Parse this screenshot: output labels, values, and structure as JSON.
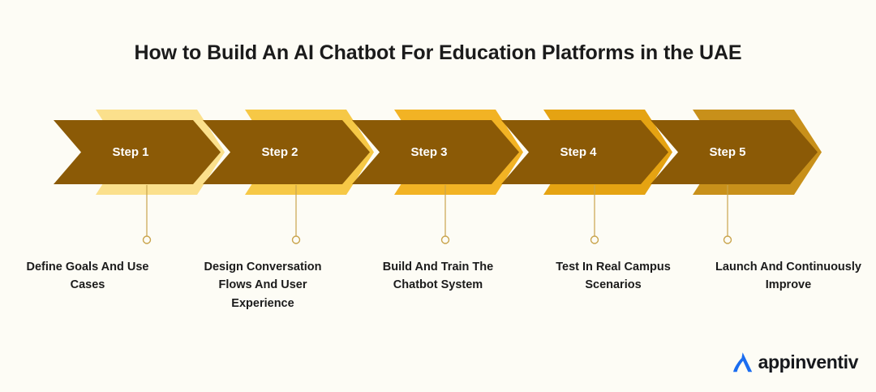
{
  "page": {
    "title": "How to Build An AI Chatbot For Education Platforms in the UAE",
    "background_color": "#fdfcf5"
  },
  "palette": {
    "chevron_fill": "#8b5a06",
    "text_on_chevron": "#ffffff",
    "caption_text": "#1b1b1b",
    "connector": "#c9a44c",
    "logo_blue": "#1b6df0"
  },
  "steps": [
    {
      "step_label": "Step 1",
      "caption": "Define Goals And Use Cases",
      "accent_color": "#fbe08c"
    },
    {
      "step_label": "Step 2",
      "caption": "Design Conversation Flows And User Experience",
      "accent_color": "#f6c846"
    },
    {
      "step_label": "Step 3",
      "caption": "Build And Train The Chatbot System",
      "accent_color": "#f2b324"
    },
    {
      "step_label": "Step 4",
      "caption": "Test In Real Campus Scenarios",
      "accent_color": "#e5a312"
    },
    {
      "step_label": "Step 5",
      "caption": "Launch And Continuously Improve",
      "accent_color": "#c8901a"
    }
  ],
  "logo": {
    "name": "appinventiv-logo",
    "text": "appinventiv",
    "mark": "a-chevron-mark"
  }
}
